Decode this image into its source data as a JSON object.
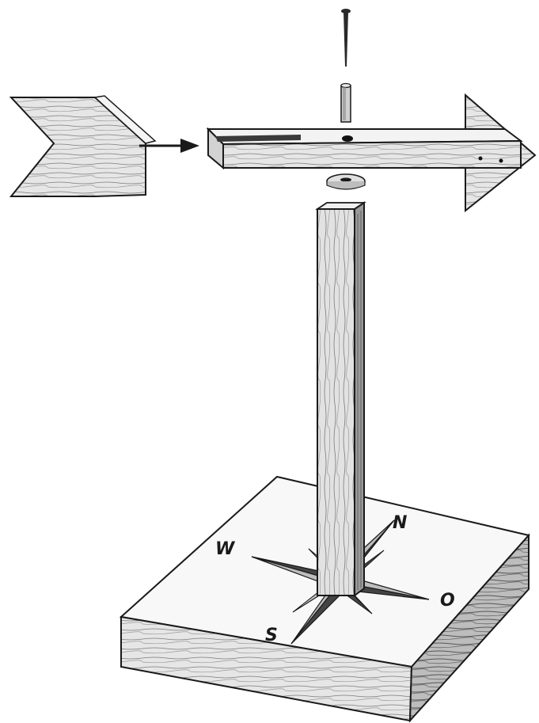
{
  "compass": {
    "north_label": "N",
    "east_label": "O",
    "south_label": "S",
    "west_label": "W"
  },
  "colors": {
    "wood_light": "#f2f2f2",
    "wood_mid": "#d9d9d9",
    "wood_dark": "#8c8c8c",
    "ink": "#1a1a1a",
    "star_dark": "#444444",
    "star_light": "#bdbdbd"
  }
}
